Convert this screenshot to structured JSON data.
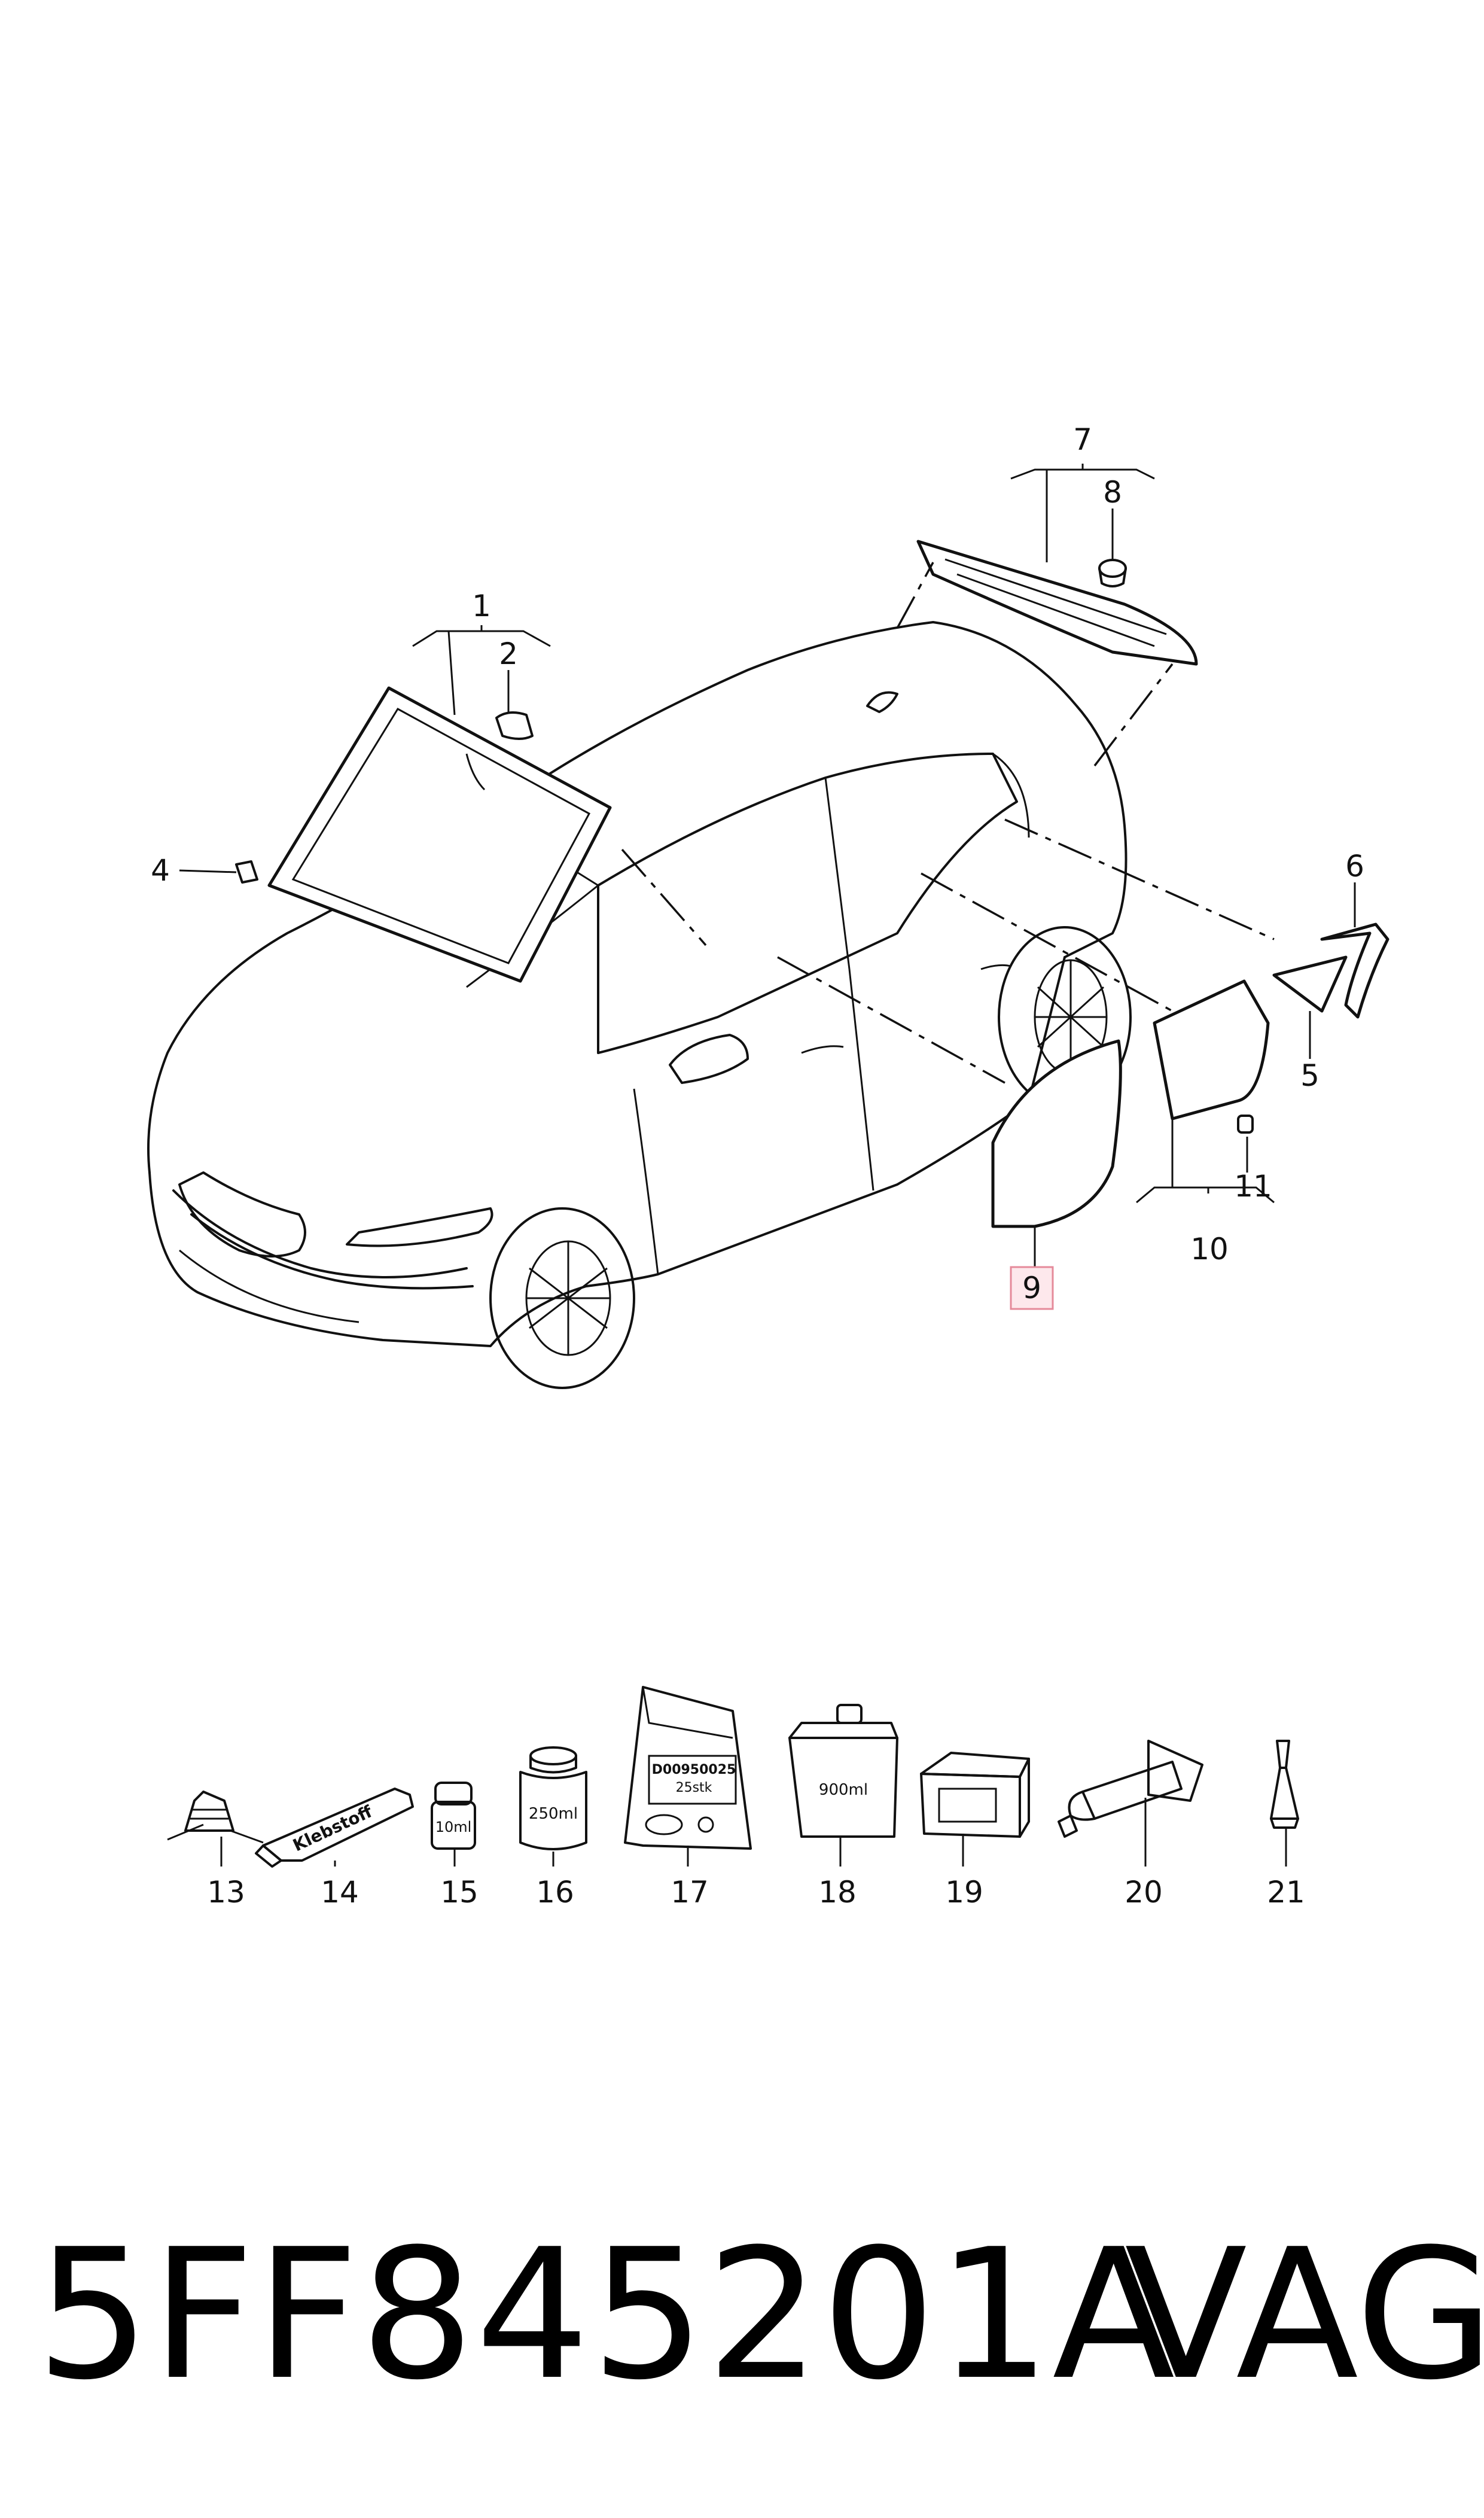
{
  "diagram": {
    "callouts": [
      {
        "id": "1",
        "label": "1"
      },
      {
        "id": "2",
        "label": "2"
      },
      {
        "id": "4",
        "label": "4"
      },
      {
        "id": "5",
        "label": "5"
      },
      {
        "id": "6",
        "label": "6"
      },
      {
        "id": "7",
        "label": "7"
      },
      {
        "id": "8",
        "label": "8"
      },
      {
        "id": "9",
        "label": "9",
        "highlighted": true
      },
      {
        "id": "10",
        "label": "10"
      },
      {
        "id": "11",
        "label": "11"
      },
      {
        "id": "13",
        "label": "13"
      },
      {
        "id": "14",
        "label": "14"
      },
      {
        "id": "15",
        "label": "15"
      },
      {
        "id": "16",
        "label": "16"
      },
      {
        "id": "17",
        "label": "17"
      },
      {
        "id": "18",
        "label": "18"
      },
      {
        "id": "19",
        "label": "19"
      },
      {
        "id": "20",
        "label": "20"
      },
      {
        "id": "21",
        "label": "21"
      }
    ],
    "product_labels": {
      "tube": "Klebstoff",
      "bottle_10ml": "10ml",
      "can_250ml": "250ml",
      "bag_code": "D00950025",
      "bag_qty": "25stk",
      "box_900ml": "900ml"
    },
    "highlight_color": "#e58a9a"
  },
  "footer": {
    "part_number": "5FF845201A",
    "brand": "VAG"
  }
}
